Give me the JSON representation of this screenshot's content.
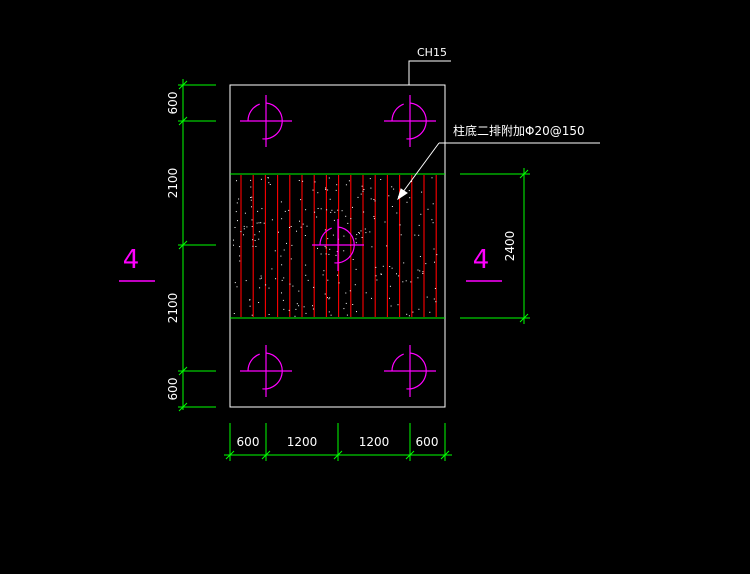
{
  "drawing": {
    "tag": "CH15",
    "note": "柱底二排附加Φ20@150",
    "colors": {
      "background": "#000000",
      "outline": "#ffffff",
      "dimension": "#00ff00",
      "pile": "#ff00ff",
      "rebar": "#ff0000",
      "hatch": "#ffffff"
    }
  },
  "dimensions": {
    "left": [
      "600",
      "2100",
      "2100",
      "600"
    ],
    "bottom": [
      "600",
      "1200",
      "1200",
      "600"
    ],
    "right": "2400"
  },
  "section_marks": {
    "left": "4",
    "right": "4"
  }
}
